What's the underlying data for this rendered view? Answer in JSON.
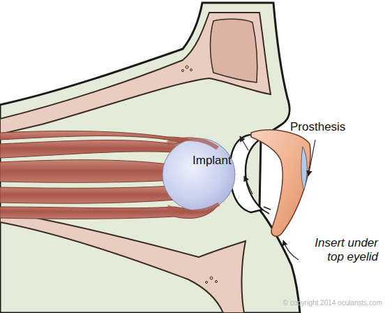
{
  "diagram": {
    "labels": [
      "Implant",
      "Prosthesis",
      "Insert under top eyelid",
      "© copyright 2014 ocularists.com"
    ]
  }
}
